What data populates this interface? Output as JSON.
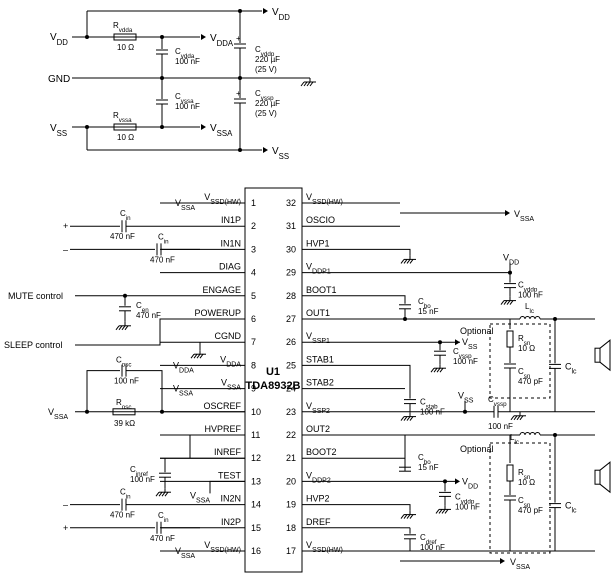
{
  "supply": {
    "labels": {
      "vdd_in": "V_DD",
      "vdd_out": "V_DD",
      "vdda_out": "V_DDA",
      "gnd": "GND",
      "vss_in": "V_SS",
      "vssa_out": "V_SSA",
      "vss_out": "V_SS"
    },
    "resistors": [
      {
        "name": "R_vdda",
        "value": "10 Ω"
      },
      {
        "name": "R_vssa",
        "value": "10 Ω"
      }
    ],
    "capacitors": [
      {
        "name": "C_vdda",
        "value": "100 nF"
      },
      {
        "name": "C_vssa",
        "value": "100 nF"
      },
      {
        "name": "C_vddp",
        "value": "220 µF",
        "rating": "(25 V)"
      },
      {
        "name": "C_vssp",
        "value": "220 µF",
        "rating": "(25 V)"
      }
    ],
    "plus_marks": [
      "+",
      "+"
    ]
  },
  "ic": {
    "ref": "U1",
    "part": "TDA8932B",
    "left_pins": [
      {
        "num": "1",
        "name": "V_SSD(HW)"
      },
      {
        "num": "2",
        "name": "IN1P"
      },
      {
        "num": "3",
        "name": "IN1N"
      },
      {
        "num": "4",
        "name": "DIAG"
      },
      {
        "num": "5",
        "name": "ENGAGE"
      },
      {
        "num": "6",
        "name": "POWERUP"
      },
      {
        "num": "7",
        "name": "CGND"
      },
      {
        "num": "8",
        "name": "V_DDA"
      },
      {
        "num": "9",
        "name": "V_SSA"
      },
      {
        "num": "10",
        "name": "OSCREF"
      },
      {
        "num": "11",
        "name": "HVPREF"
      },
      {
        "num": "12",
        "name": "INREF"
      },
      {
        "num": "13",
        "name": "TEST"
      },
      {
        "num": "14",
        "name": "IN2N"
      },
      {
        "num": "15",
        "name": "IN2P"
      },
      {
        "num": "16",
        "name": "V_SSD(HW)"
      }
    ],
    "right_pins": [
      {
        "num": "32",
        "name": "V_SSD(HW)"
      },
      {
        "num": "31",
        "name": "OSCIO"
      },
      {
        "num": "30",
        "name": "HVP1"
      },
      {
        "num": "29",
        "name": "V_DDP1"
      },
      {
        "num": "28",
        "name": "BOOT1"
      },
      {
        "num": "27",
        "name": "OUT1"
      },
      {
        "num": "26",
        "name": "V_SSP1"
      },
      {
        "num": "25",
        "name": "STAB1"
      },
      {
        "num": "24",
        "name": "STAB2"
      },
      {
        "num": "23",
        "name": "V_SSP2"
      },
      {
        "num": "22",
        "name": "OUT2"
      },
      {
        "num": "21",
        "name": "BOOT2"
      },
      {
        "num": "20",
        "name": "V_DDP2"
      },
      {
        "num": "19",
        "name": "HVP2"
      },
      {
        "num": "18",
        "name": "DREF"
      },
      {
        "num": "17",
        "name": "V_SSD(HW)"
      }
    ]
  },
  "left_side": {
    "net_labels": [
      "V_SSA",
      "V_DDA",
      "V_SSA",
      "V_SSA",
      "V_SSA",
      "V_SSA"
    ],
    "inputs": {
      "mute": "MUTE control",
      "sleep": "SLEEP control",
      "vssa_osc": "V_SSA"
    },
    "signs": [
      "+",
      "–",
      "–",
      "+"
    ],
    "components": [
      {
        "name": "C_in",
        "value": "470 nF"
      },
      {
        "name": "C_in",
        "value": "470 nF"
      },
      {
        "name": "C_en",
        "value": "470 nF"
      },
      {
        "name": "C_osc",
        "value": "100 nF"
      },
      {
        "name": "R_osc",
        "value": "39 kΩ"
      },
      {
        "name": "C_inref",
        "value": "100 nF"
      },
      {
        "name": "C_in",
        "value": "470 nF"
      },
      {
        "name": "C_in",
        "value": "470 nF"
      }
    ]
  },
  "right_side": {
    "net_labels": [
      "V_SSA",
      "V_DD",
      "V_SS",
      "V_SS",
      "V_DD",
      "V_SSA"
    ],
    "optional": [
      "Optional",
      "Optional"
    ],
    "components": [
      {
        "name": "C_vddp",
        "value": "100 nF"
      },
      {
        "name": "C_bo",
        "value": "15 nF"
      },
      {
        "name": "C_vssp",
        "value": "100 nF"
      },
      {
        "name": "C_stab",
        "value": "100 nF"
      },
      {
        "name": "C_vssp",
        "value": "100 nF"
      },
      {
        "name": "C_bo",
        "value": "15 nF"
      },
      {
        "name": "C_vddp",
        "value": "100 nF"
      },
      {
        "name": "C_dref",
        "value": "100 nF"
      },
      {
        "name": "L_lc",
        "value": ""
      },
      {
        "name": "R_sn",
        "value": "10 Ω"
      },
      {
        "name": "C_sn",
        "value": "470 pF"
      },
      {
        "name": "C_lc",
        "value": ""
      },
      {
        "name": "L_lc",
        "value": ""
      },
      {
        "name": "R_sn",
        "value": "10 Ω"
      },
      {
        "name": "C_sn",
        "value": "470 pF"
      },
      {
        "name": "C_lc",
        "value": ""
      }
    ]
  }
}
